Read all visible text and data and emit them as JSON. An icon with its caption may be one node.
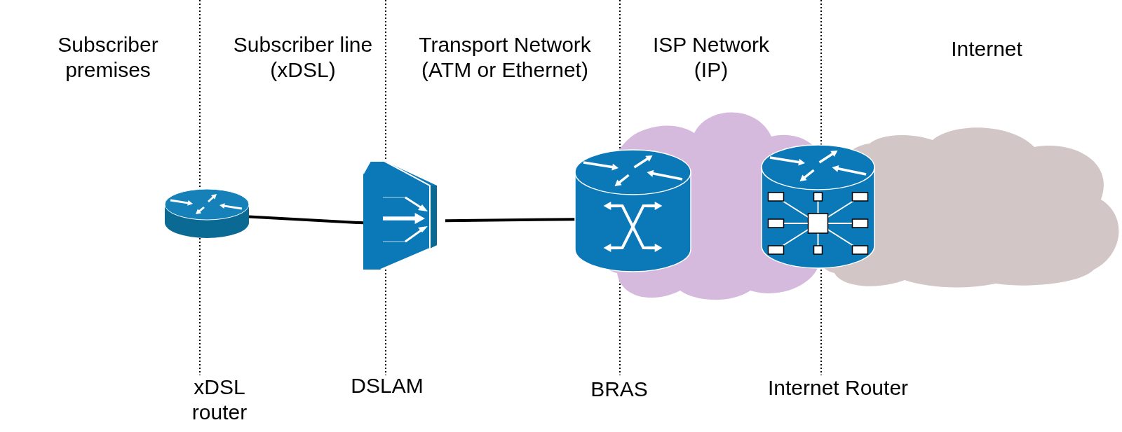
{
  "diagram": {
    "nodes": [
      {
        "text": [],
        "shape": "picture"
      },
      {
        "text": [],
        "shape": "picture"
      },
      {
        "text": [],
        "shape": "picture"
      },
      {
        "text": [],
        "shape": "picture"
      },
      {
        "text": [],
        "shape": "cloud"
      },
      {
        "text": [],
        "shape": "cloud"
      }
    ],
    "edges": [
      {
        "from": 0,
        "to": 1,
        "arrow": "none"
      },
      {
        "from": 1,
        "to": 2,
        "arrow": "none"
      }
    ],
    "labels": [
      "Subscriber premises",
      "Subscriber line (xDSL)",
      "Transport Network (ATM or Ethernet)",
      "ISP Network (IP)",
      "Internet",
      "xDSL router",
      "DSLAM",
      "BRAS",
      "Internet Router"
    ]
  }
}
